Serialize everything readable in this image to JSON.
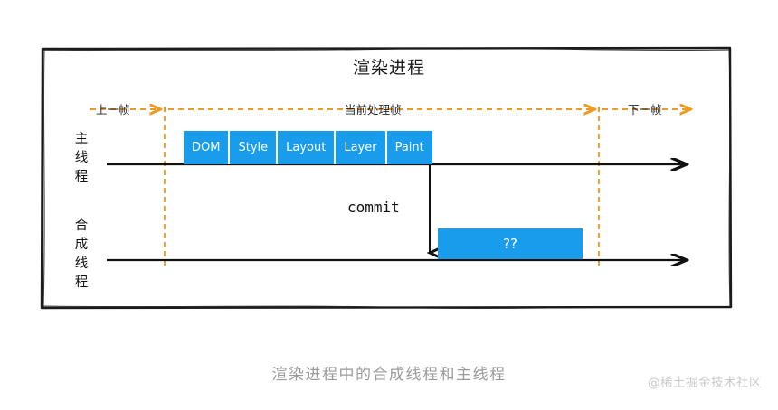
{
  "diagram": {
    "title": "渲染进程",
    "frame_color": "#1b1b1b",
    "accent_blue": "#1a9ced",
    "accent_orange": "#f0a030"
  },
  "frame_markers": {
    "previous_frame_label": "上一帧",
    "current_frame_label": "当前处理帧",
    "next_frame_label": "下一帧"
  },
  "threads": [
    {
      "id": "main",
      "label": "主线程",
      "label_chars": [
        "主",
        "线",
        "程"
      ],
      "stages": [
        {
          "label": "DOM"
        },
        {
          "label": "Style"
        },
        {
          "label": "Layout"
        },
        {
          "label": "Layer"
        },
        {
          "label": "Paint"
        }
      ]
    },
    {
      "id": "compositor",
      "label": "合成线程",
      "label_chars": [
        "合",
        "成",
        "线",
        "程"
      ],
      "task": {
        "label": "??"
      }
    }
  ],
  "commit": {
    "label": "commit"
  },
  "caption": "渲染进程中的合成线程和主线程",
  "watermark": "@稀土掘金技术社区"
}
